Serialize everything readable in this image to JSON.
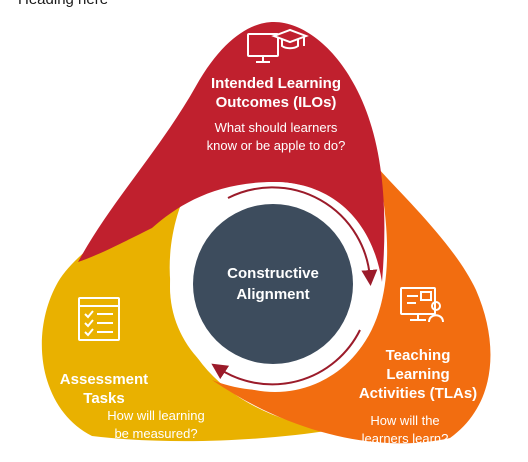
{
  "heading": "Heading here",
  "center": {
    "line1": "Constructive",
    "line2": "Alignment"
  },
  "ilo": {
    "title_line1": "Intended Learning",
    "title_line2": "Outcomes (ILOs)",
    "question_line1": "What should learners",
    "question_line2": "know or be apple to do?",
    "icon": "computer-graduation-cap-icon",
    "color": "#c0202e"
  },
  "tla": {
    "title_line1": "Teaching",
    "title_line2": "Learning",
    "title_line3": "Activities (TLAs)",
    "question_line1": "How will the",
    "question_line2": "learners learn?",
    "icon": "presentation-screen-icon",
    "color": "#f26d10"
  },
  "assessment": {
    "title_line1": "Assessment",
    "title_line2": "Tasks",
    "question_line1": "How will learning",
    "question_line2": "be measured?",
    "icon": "checklist-icon",
    "color": "#e9b100"
  },
  "colors": {
    "center": "#3d4c5d",
    "arrows": "#9b1b2a"
  }
}
